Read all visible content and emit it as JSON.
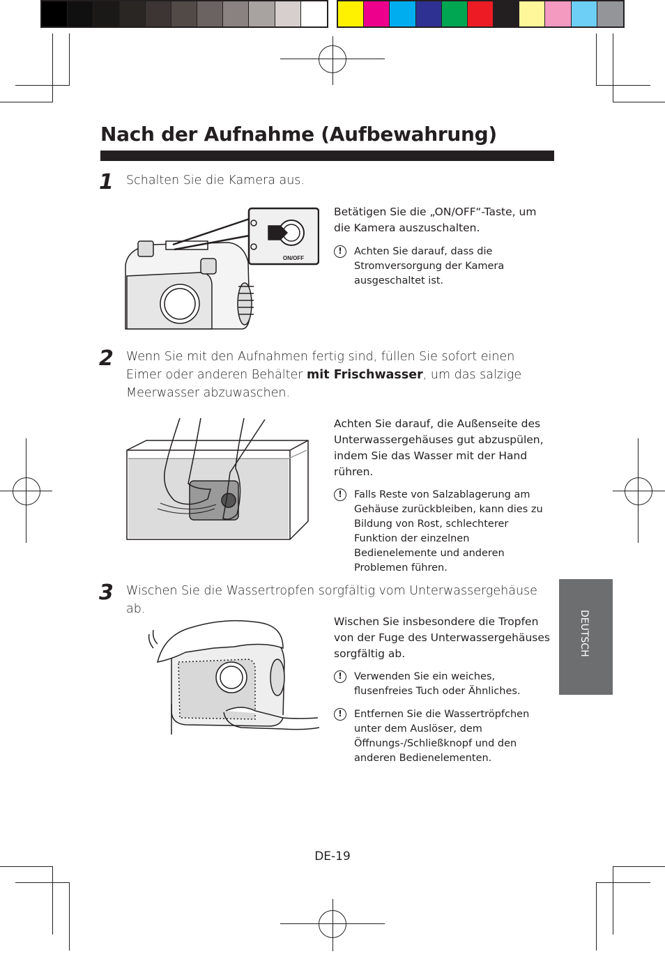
{
  "color_bars": {
    "grayscale": [
      "#000000",
      "#111010",
      "#1b1918",
      "#2a2624",
      "#3c3533",
      "#524a47",
      "#6b6361",
      "#8a8280",
      "#a8a2a0",
      "#d6cfcd",
      "#ffffff"
    ],
    "process": [
      "#fff200",
      "#ec008c",
      "#00aeef",
      "#2e3192",
      "#00a651",
      "#ed1c24",
      "#231f20",
      "#fff799",
      "#f49ac1",
      "#6dcff6",
      "#939598"
    ]
  },
  "page": {
    "title": "Nach der Aufnahme (Aufbewahrung)",
    "language_tab": "DEUTSCH",
    "page_number": "DE-19"
  },
  "steps": [
    {
      "number": "1",
      "instruction": "Schalten Sie die Kamera aus.",
      "illustration": {
        "button_label": "ON/OFF"
      },
      "description": "Betätigen Sie die „ON/OFF“-Taste, um die Kamera auszuschalten.",
      "notes": [
        "Achten Sie darauf, dass die Stromversorgung der Kamera ausgeschaltet ist."
      ]
    },
    {
      "number": "2",
      "instruction_pre": "Wenn Sie mit den Aufnahmen fertig sind, füllen Sie sofort einen Eimer oder anderen Behälter ",
      "instruction_bold": "mit Frischwasser",
      "instruction_post": ", um das salzige Meerwasser abzuwaschen.",
      "description": "Achten Sie darauf, die Außenseite des Unterwassergehäuses gut abzuspülen, indem Sie das Wasser mit der Hand rühren.",
      "notes": [
        "Falls Reste von Salzablagerung am Gehäuse zurückbleiben, kann dies zu Bildung von Rost, schlechterer Funktion der einzelnen Bedienelemente und anderen Problemen führen."
      ]
    },
    {
      "number": "3",
      "instruction": "Wischen Sie die Wassertropfen sorgfältig vom Unterwassergehäuse ab.",
      "description": "Wischen Sie insbesondere die Tropfen von der Fuge des Unterwassergehäuses sorgfältig ab.",
      "notes": [
        "Verwenden Sie ein weiches, flusenfreies Tuch oder Ähnliches.",
        "Entfernen Sie die Wassertröpfchen unter dem Auslöser, dem Öffnungs-/Schließknopf und den anderen Bedienelementen."
      ]
    }
  ],
  "icons": {
    "note": "caution-icon",
    "note_glyph": "!"
  }
}
